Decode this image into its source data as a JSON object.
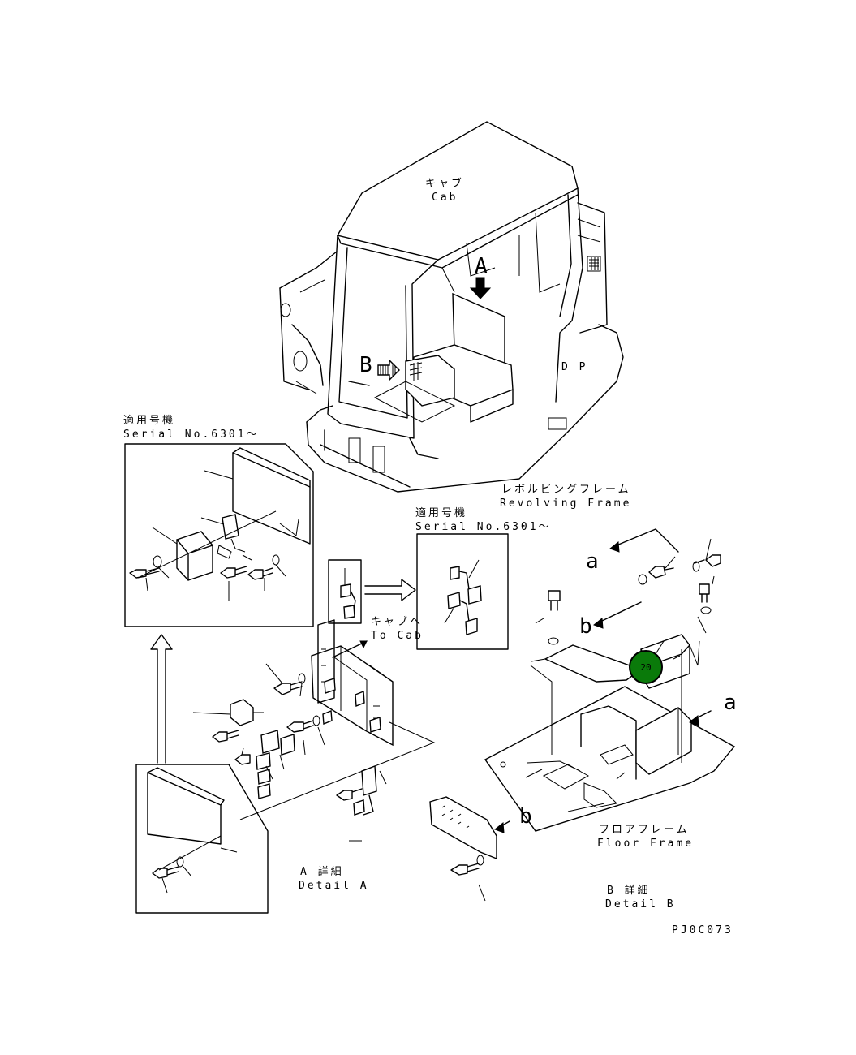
{
  "labels": {
    "cab_jp": "キャブ",
    "cab_en": "Cab",
    "arrow_a": "A",
    "arrow_b": "B",
    "revolving_jp": "レボルビングフレーム",
    "revolving_en": "Revolving Frame",
    "serial1_jp": "適用号機",
    "serial1_en": "Serial No.6301～",
    "serial2_jp": "適用号機",
    "serial2_en": "Serial No.6301～",
    "to_cab_jp": "キャブへ",
    "to_cab_en": "To Cab",
    "detail_a_jp": "A 詳細",
    "detail_a_en": "Detail A",
    "floor_jp": "フロアフレーム",
    "floor_en": "Floor Frame",
    "detail_b_jp": "B 詳細",
    "detail_b_en": "Detail B",
    "ref_a1": "a",
    "ref_a2": "a",
    "ref_b1": "b",
    "ref_b2": "b",
    "drawing_code": "PJ0C073",
    "cab_marks": "D  P"
  },
  "callouts": [
    {
      "number": "20",
      "color": "#0a7a0a"
    }
  ],
  "colors": {
    "line": "#000000",
    "background": "#ffffff",
    "callout_fill": "#0a7a0a",
    "callout_ring": "#000000"
  }
}
